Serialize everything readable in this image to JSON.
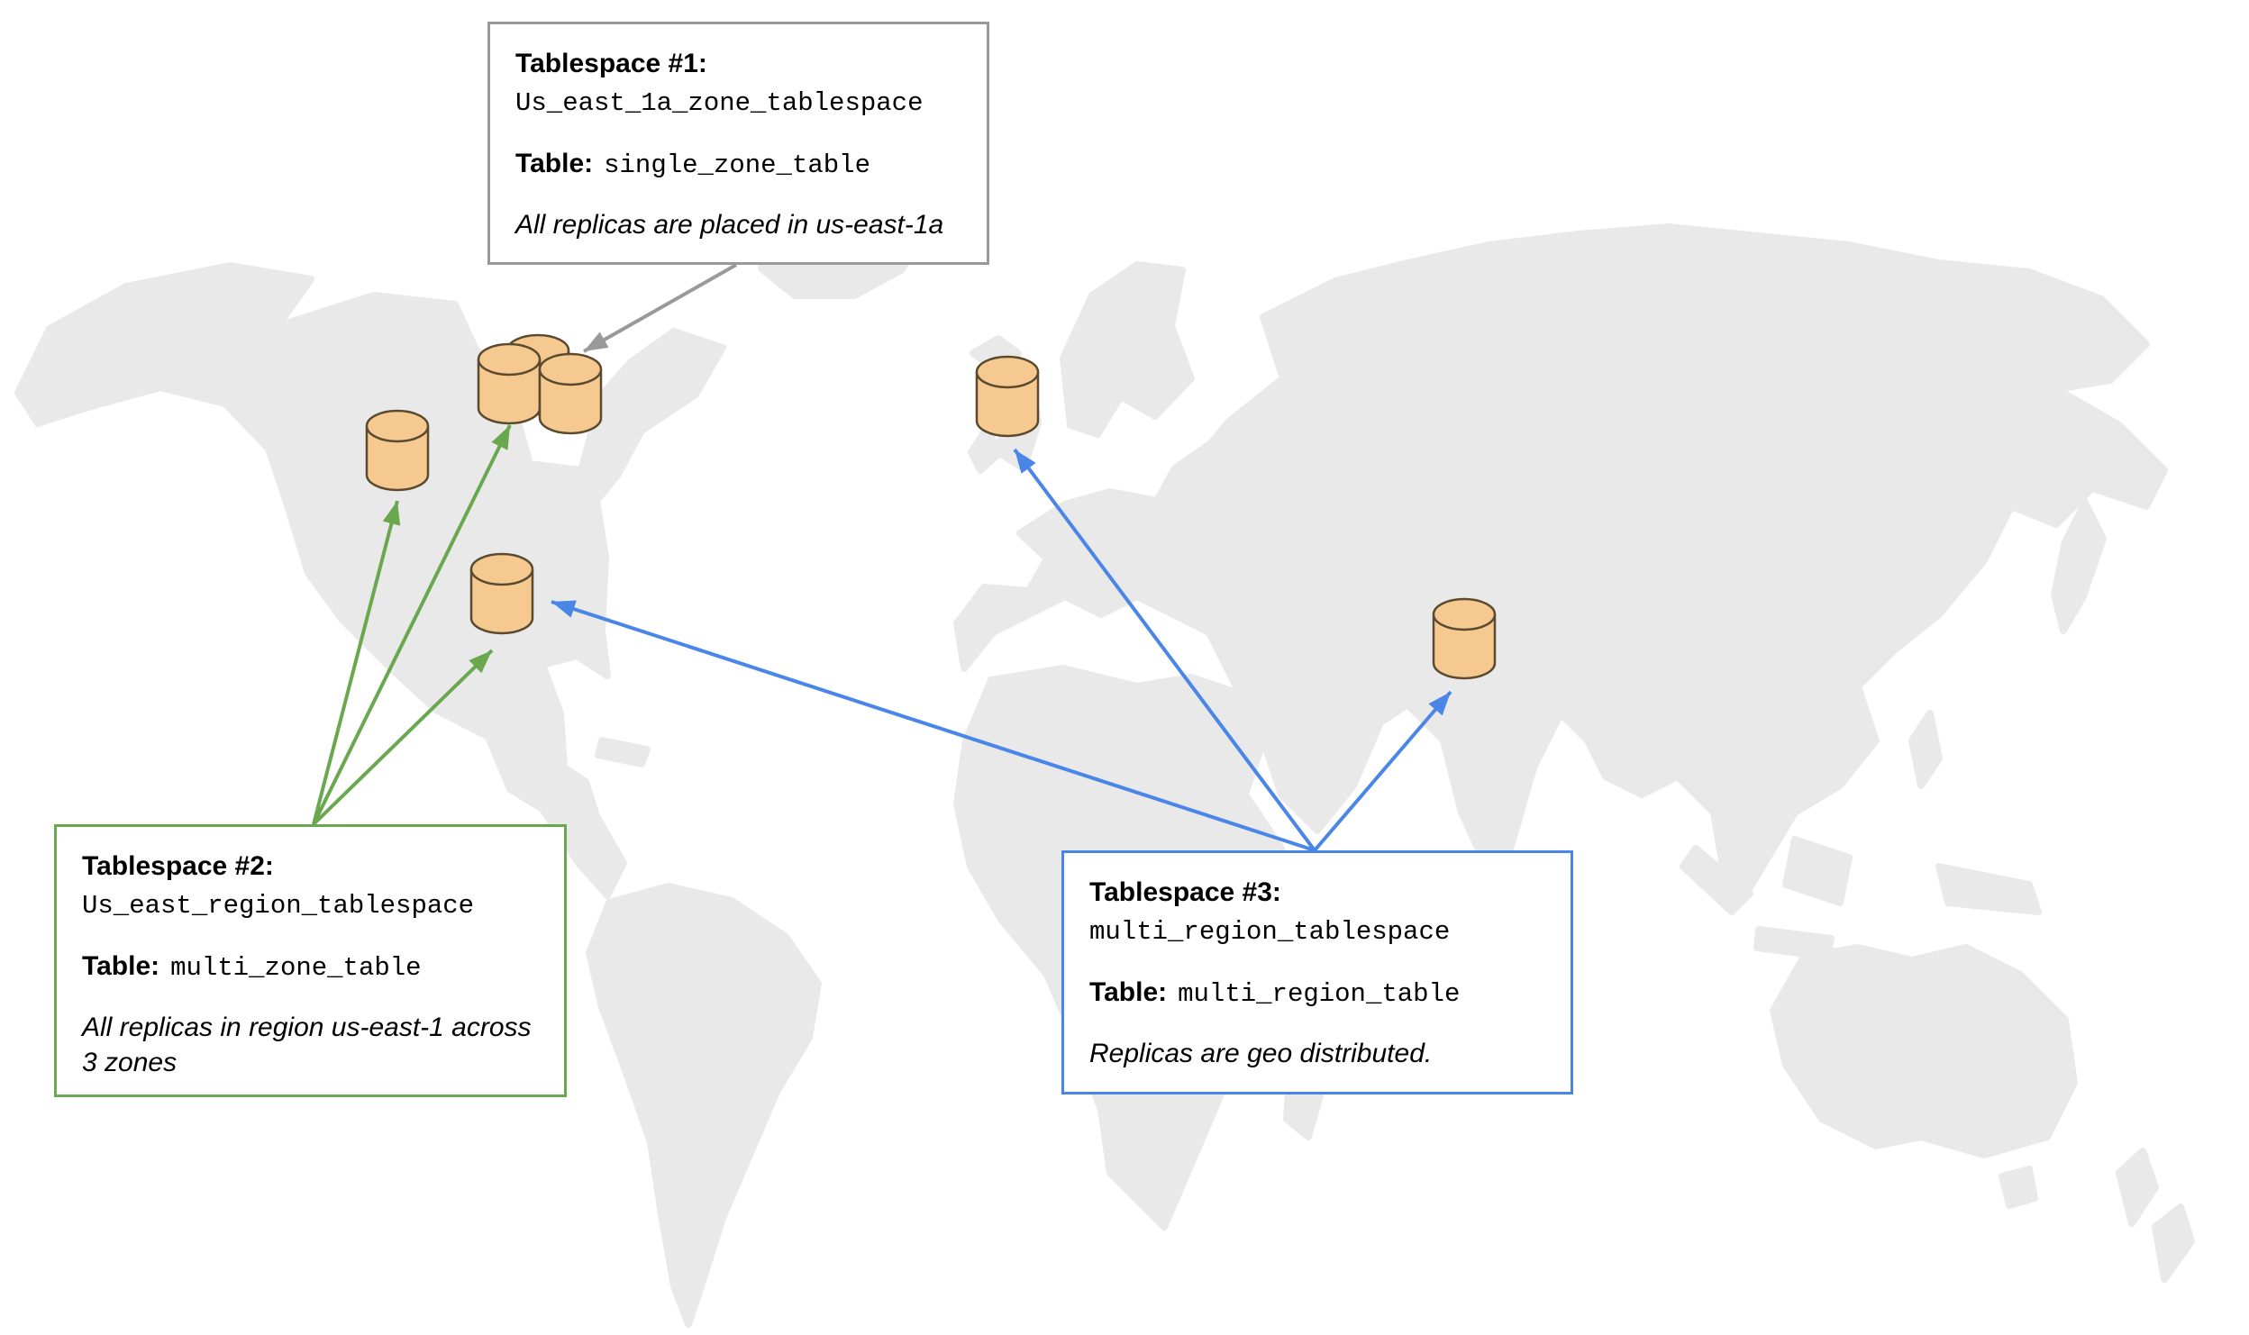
{
  "colors": {
    "background": "#ffffff",
    "map_fill": "#e9e9e9",
    "cylinder_fill": "#f5c98f",
    "cylinder_stroke": "#5b4a2f",
    "tablespace1_accent": "#999999",
    "tablespace2_accent": "#6aa84f",
    "tablespace3_accent": "#4a86e8"
  },
  "icons": {
    "database_icon_count": 7,
    "database_icon_style": "orange-cylinder"
  },
  "callouts": {
    "tablespace1": {
      "heading": "Tablespace #1:",
      "tablespace_name": "Us_east_1a_zone_tablespace",
      "table_label": "Table:",
      "table_name": "single_zone_table",
      "note": "All replicas are placed in us-east-1a"
    },
    "tablespace2": {
      "heading": "Tablespace #2:",
      "tablespace_name": "Us_east_region_tablespace",
      "table_label": "Table:",
      "table_name": "multi_zone_table",
      "note": "All replicas in region us-east-1 across 3 zones"
    },
    "tablespace3": {
      "heading": "Tablespace #3:",
      "tablespace_name": "multi_region_tablespace",
      "table_label": "Table:",
      "table_name": "multi_region_table",
      "note": "Replicas are geo distributed."
    }
  }
}
